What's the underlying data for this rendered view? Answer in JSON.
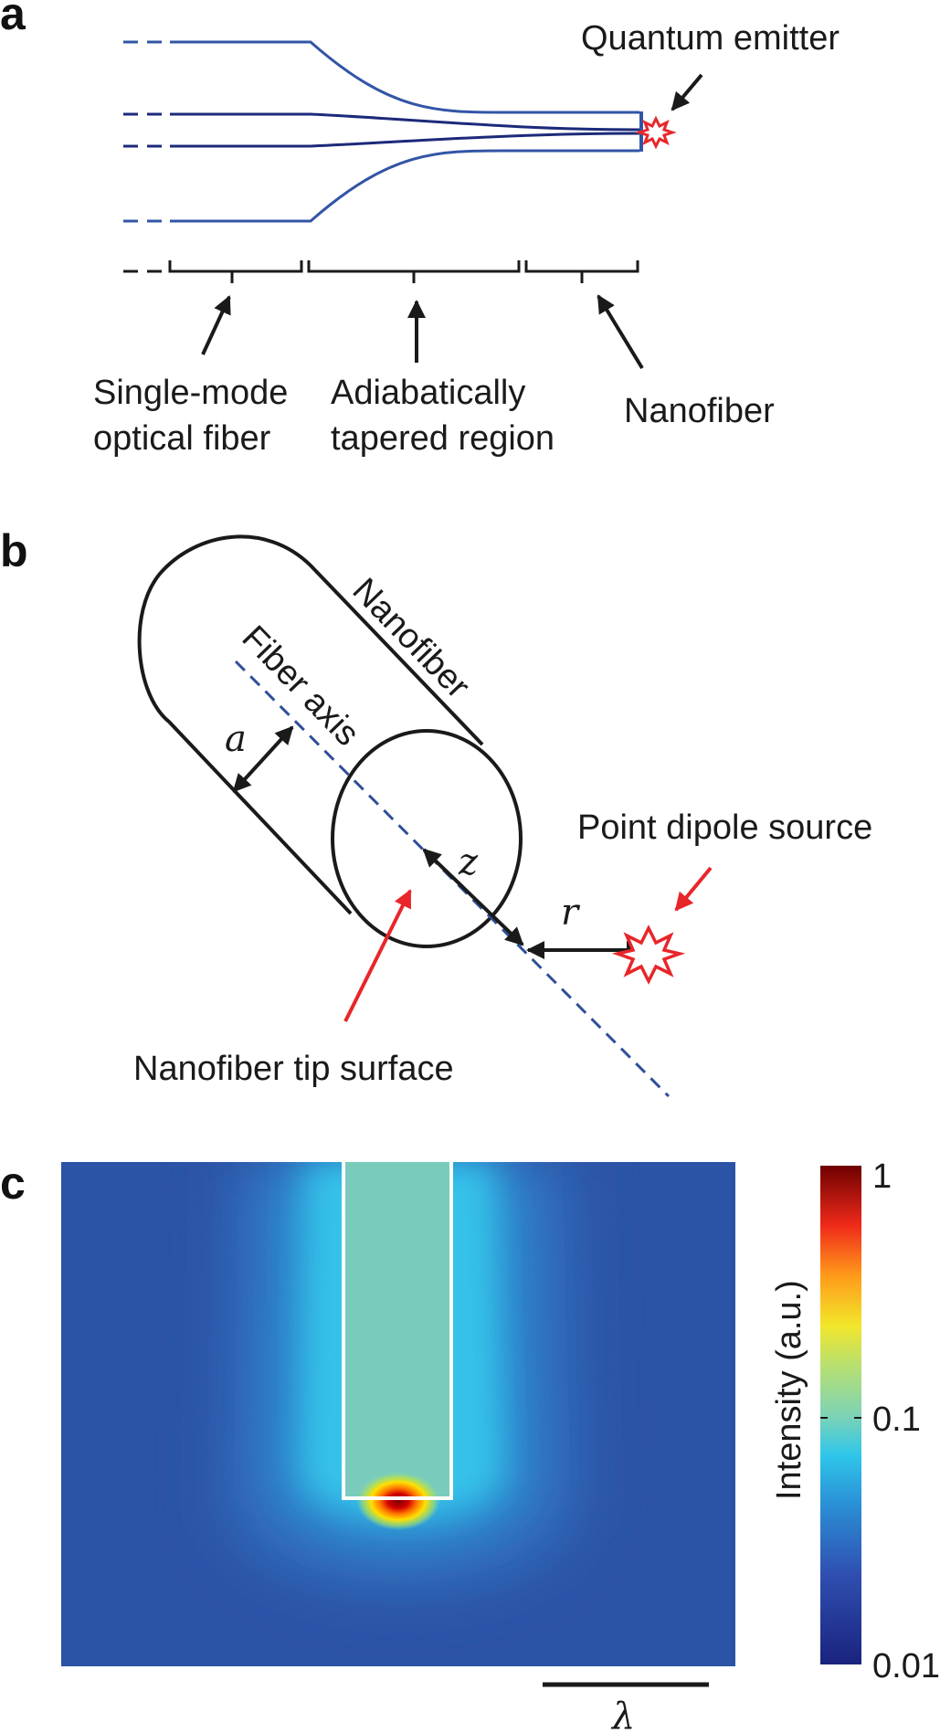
{
  "panels": {
    "a": "a",
    "b": "b",
    "c": "c"
  },
  "panel_a": {
    "quantum_emitter": "Quantum emitter",
    "single_mode_line1": "Single-mode",
    "single_mode_line2": "optical fiber",
    "tapered_line1": "Adiabatically",
    "tapered_line2": "tapered region",
    "nanofiber": "Nanofiber"
  },
  "panel_b": {
    "nanofiber": "Nanofiber",
    "fiber_axis": "Fiber axis",
    "a": "a",
    "z": "z",
    "r": "r",
    "point_dipole_source": "Point dipole source",
    "tip_surface": "Nanofiber tip surface"
  },
  "panel_c": {
    "colorbar_label": "Intensity (a.u.)",
    "tick_max": "1",
    "tick_mid": "0.1",
    "tick_min": "0.01",
    "scale_bar_label": "λ"
  },
  "colors": {
    "fiber_outer": "#3355a6",
    "fiber_core": "#1c2a7a",
    "emitter": "#e8262a",
    "axis_dash": "#2f4f9a",
    "ink": "#1a1a1a"
  }
}
